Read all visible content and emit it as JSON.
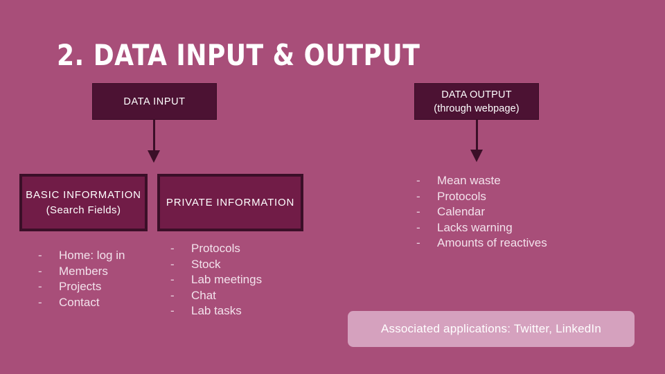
{
  "slide": {
    "title": "2. DATA INPUT & OUTPUT",
    "background_color": "#a84e79"
  },
  "colors": {
    "background": "#a84e79",
    "header_box_fill": "#4c1233",
    "category_box_fill": "#711c47",
    "category_box_border": "#3b0f28",
    "arrow": "#3b0f28",
    "banner_fill": "#d5a1be",
    "text_light": "#ffffff",
    "list_text": "#f3e2ec"
  },
  "input_branch": {
    "header": {
      "line1": "DATA  INPUT"
    },
    "arrow": "down-arrow",
    "categories": [
      {
        "title_line1": "BASIC  INFORMATION",
        "title_line2": "(Search Fields)",
        "bullet_mark": "-",
        "items": [
          "Home: log in",
          "Members",
          "Projects",
          "Contact"
        ]
      },
      {
        "title_line1": "PRIVATE  INFORMATION",
        "title_line2": "",
        "bullet_mark": "-",
        "items": [
          "Protocols",
          "Stock",
          "Lab meetings",
          "Chat",
          "Lab tasks"
        ]
      }
    ]
  },
  "output_branch": {
    "header": {
      "line1": "DATA OUTPUT",
      "line2": "(through webpage)"
    },
    "arrow": "down-arrow",
    "bullet_mark": "-",
    "items": [
      "Mean waste",
      "Protocols",
      "Calendar",
      "Lacks warning",
      "Amounts of reactives"
    ]
  },
  "banner": {
    "text": "Associated applications: Twitter,  LinkedIn"
  }
}
